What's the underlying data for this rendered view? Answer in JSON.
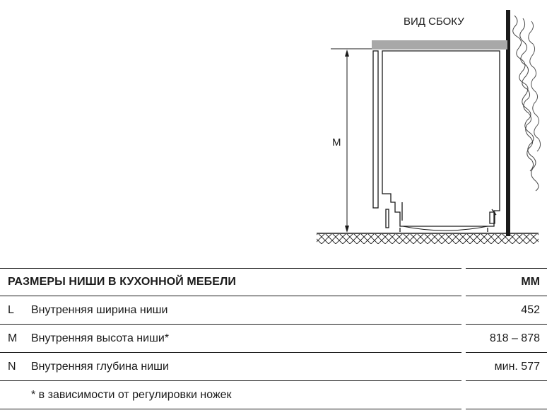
{
  "diagram": {
    "side_view_label": "ВИД СБОКУ",
    "dimension_label": "M"
  },
  "table": {
    "title": "РАЗМЕРЫ НИШИ В КУХОННОЙ МЕБЕЛИ",
    "unit": "ММ",
    "rows": [
      {
        "code": "L",
        "label": "Внутренняя ширина ниши",
        "value": "452"
      },
      {
        "code": "M",
        "label": "Внутренняя высота ниши*",
        "value": "818 – 878"
      },
      {
        "code": "N",
        "label": "Внутренняя глубина ниши",
        "value": "мин. 577"
      }
    ],
    "footnote": "* в зависимости от регулировки ножек"
  }
}
